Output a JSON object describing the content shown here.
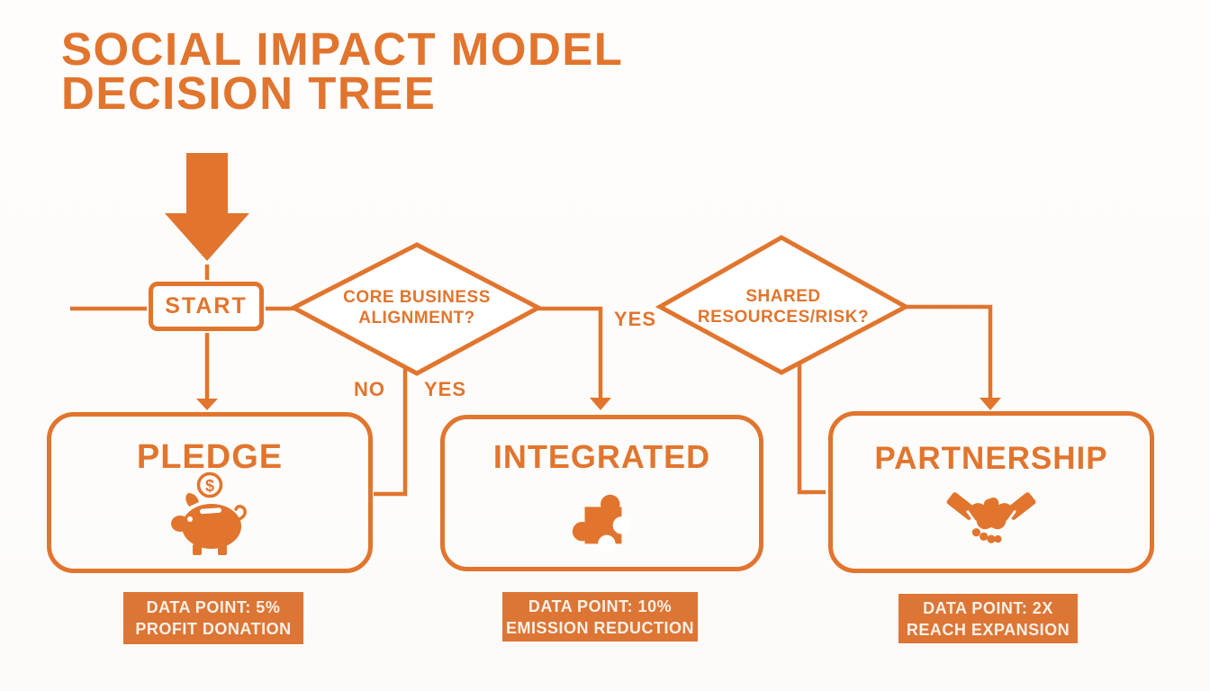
{
  "colors": {
    "accent": "#E1752E",
    "label-bg": "#DD7535",
    "label-text": "#F8F1E7",
    "bg": "#FDFCFA"
  },
  "title": {
    "line1": "SOCIAL IMPACT MODEL",
    "line2": "DECISION TREE"
  },
  "flow": {
    "start_label": "START",
    "decisions": [
      {
        "line1": "CORE BUSINESS",
        "line2": "ALIGNMENT?"
      },
      {
        "line1": "SHARED",
        "line2": "RESOURCES/RISK?"
      }
    ],
    "branch_labels": [
      {
        "id": "no",
        "text": "NO"
      },
      {
        "id": "yes-inner",
        "text": "YES"
      },
      {
        "id": "yes-right",
        "text": "YES"
      }
    ],
    "outcomes": [
      {
        "title": "PLEDGE",
        "icon": "piggy-bank-icon",
        "data_point_line1": "DATA POINT: 5%",
        "data_point_line2": "PROFIT DONATION"
      },
      {
        "title": "INTEGRATED",
        "icon": "puzzle-piece-icon",
        "data_point_line1": "DATA POINT: 10%",
        "data_point_line2": "EMISSION REDUCTION"
      },
      {
        "title": "PARTNERSHIP",
        "icon": "handshake-icon",
        "data_point_line1": "DATA POINT: 2X",
        "data_point_line2": "REACH EXPANSION"
      }
    ]
  },
  "icons": {
    "coin_symbol": "$"
  }
}
